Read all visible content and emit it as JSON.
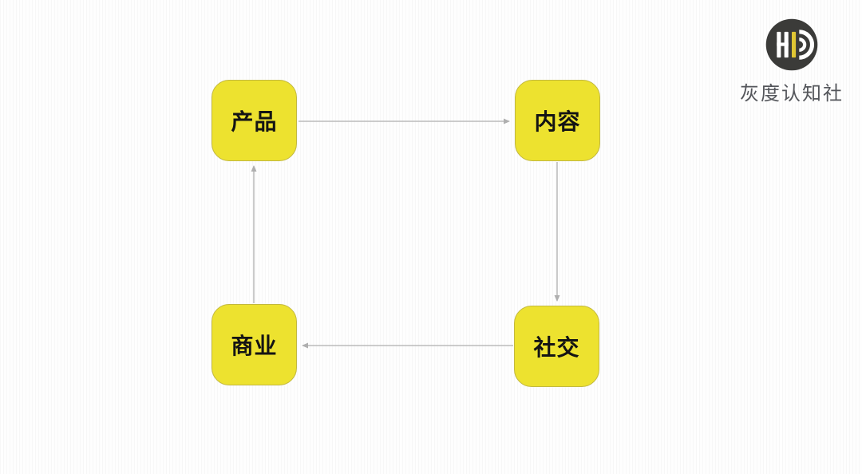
{
  "diagram": {
    "nodes": [
      {
        "id": "product",
        "label": "产品"
      },
      {
        "id": "content",
        "label": "内容"
      },
      {
        "id": "business",
        "label": "商业"
      },
      {
        "id": "social",
        "label": "社交"
      }
    ],
    "edges": [
      {
        "from": "产品",
        "to": "内容",
        "direction": "right"
      },
      {
        "from": "内容",
        "to": "社交",
        "direction": "down"
      },
      {
        "from": "社交",
        "to": "商业",
        "direction": "left"
      },
      {
        "from": "商业",
        "to": "产品",
        "direction": "up"
      }
    ]
  },
  "brand": {
    "name": "灰度认知社",
    "logo_monogram": "HD"
  },
  "colors": {
    "node_fill": "#EDE22F",
    "node_border": "#C2B83F",
    "node_text": "#141414",
    "arrow": "#AFAFAF",
    "logo_circle": "#3B3B39",
    "logo_accent": "#E0C633",
    "brand_text": "#54565B"
  }
}
